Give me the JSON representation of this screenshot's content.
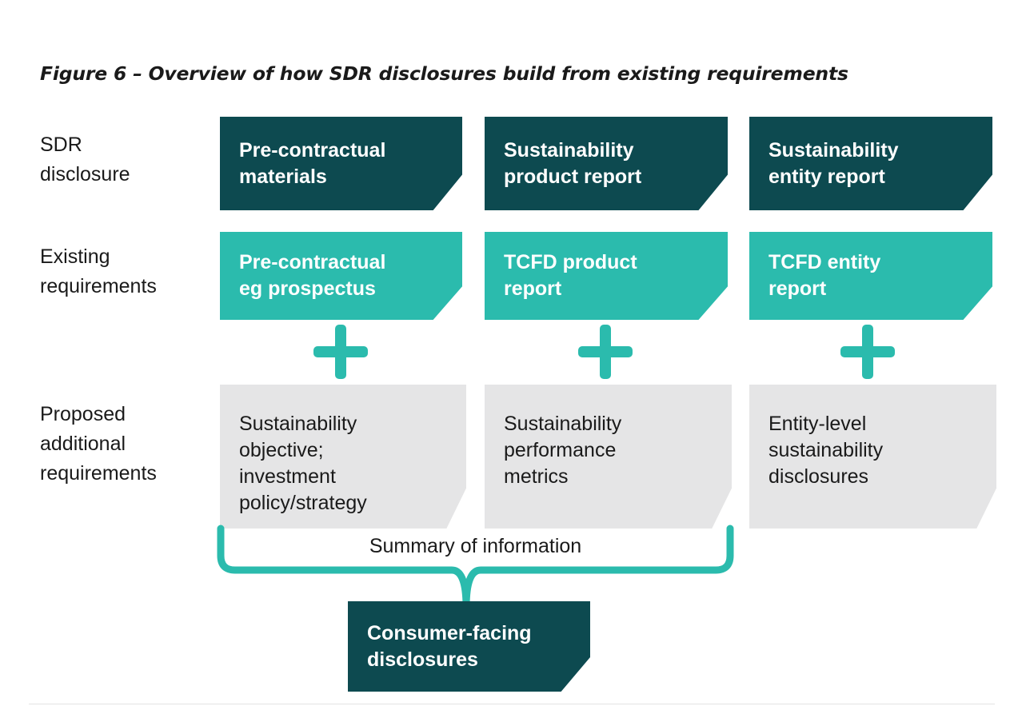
{
  "figure": {
    "title": "Figure 6 – Overview of how SDR disclosures build from existing requirements"
  },
  "colors": {
    "dark_teal": "#0d4a50",
    "teal": "#2bbbad",
    "grey": "#e5e5e6",
    "text_dark": "#1a1a1a",
    "text_light": "#ffffff",
    "page_background": "#ffffff"
  },
  "rows": {
    "sdr_disclosure": "SDR\ndisclosure",
    "existing_requirements": "Existing\nrequirements",
    "proposed_additional_requirements": "Proposed\nadditional\nrequirements"
  },
  "columns": [
    {
      "sdr_disclosure": "Pre-contractual\nmaterials",
      "existing_requirement": "Pre-contractual\neg prospectus",
      "proposed_additional": "Sustainability\nobjective;\ninvestment\npolicy/strategy",
      "operator": "+"
    },
    {
      "sdr_disclosure": "Sustainability\nproduct report",
      "existing_requirement": "TCFD product\nreport",
      "proposed_additional": "Sustainability\nperformance\nmetrics",
      "operator": "+"
    },
    {
      "sdr_disclosure": "Sustainability\nentity report",
      "existing_requirement": "TCFD entity\nreport",
      "proposed_additional": "Entity-level\nsustainability\ndisclosures",
      "operator": "+"
    }
  ],
  "summary": {
    "connector_label": "Summary of information",
    "outcome_box": "Consumer-facing\ndisclosures"
  }
}
